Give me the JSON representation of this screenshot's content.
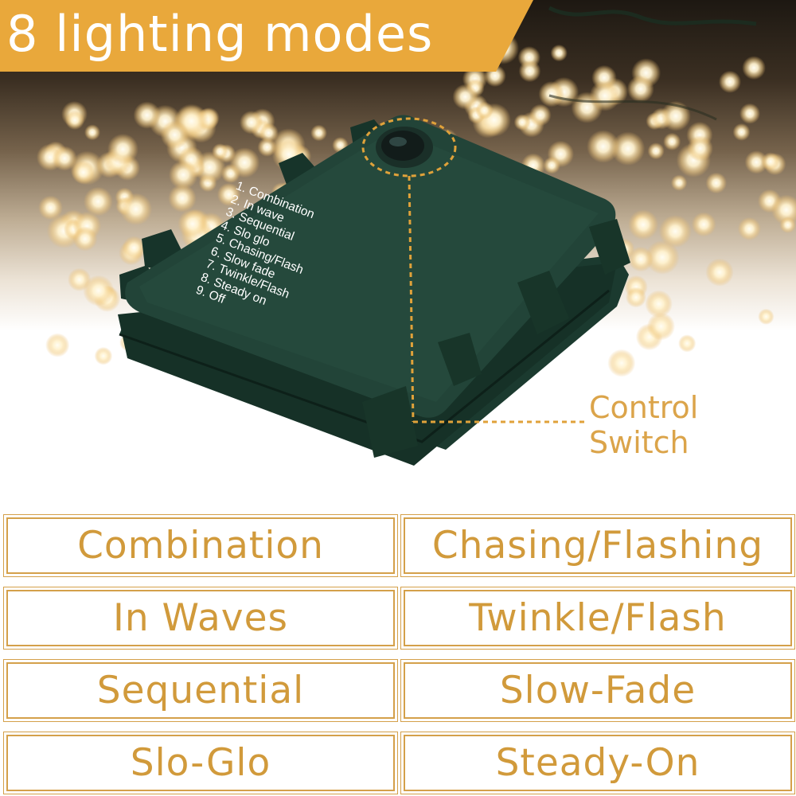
{
  "banner": {
    "title": "8 lighting modes",
    "color": "#e9a83b"
  },
  "controller": {
    "modes": [
      "1. Combination",
      "2. In wave",
      "3. Sequential",
      "4. Slo glo",
      "5. Chasing/Flash",
      "6. Slow fade",
      "7. Twinkle/Flash",
      "8. Steady on",
      "9. Off"
    ],
    "body_color": "#1f3d31"
  },
  "callout": {
    "line1": "Control",
    "line2": "Switch",
    "color": "#dba44a"
  },
  "mode_grid": {
    "left": [
      "Combination",
      "In Waves",
      "Sequential",
      "Slo-Glo"
    ],
    "right": [
      "Chasing/Flashing",
      "Twinkle/Flash",
      "Slow-Fade",
      "Steady-On"
    ],
    "text_color": "#d19a3b",
    "border_color": "#d4a04a"
  },
  "icons": {
    "bulbs": "warm-white-led-icon",
    "button": "push-button-icon"
  }
}
